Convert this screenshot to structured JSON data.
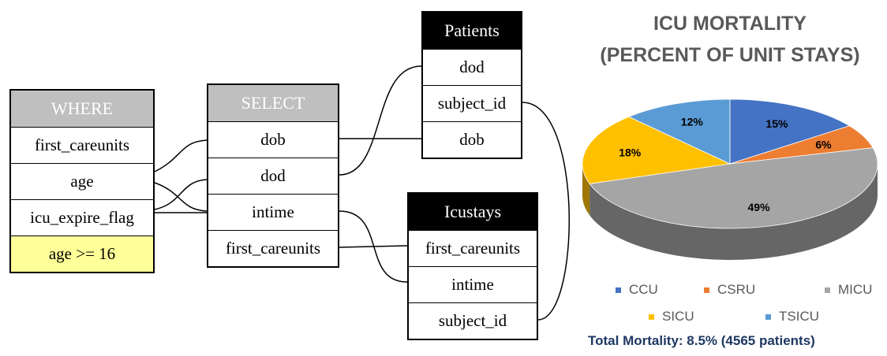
{
  "tables": {
    "where": {
      "header": "WHERE",
      "rows": [
        "first_careunits",
        "age",
        "icu_expire_flag"
      ],
      "condition": "age >= 16"
    },
    "select": {
      "header": "SELECT",
      "rows": [
        "dob",
        "dod",
        "intime",
        "first_careunits"
      ]
    },
    "patients": {
      "header": "Patients",
      "rows": [
        "dod",
        "subject_id",
        "dob"
      ]
    },
    "icustays": {
      "header": "Icustays",
      "rows": [
        "first_careunits",
        "intime",
        "subject_id"
      ]
    }
  },
  "chart_data": {
    "type": "pie",
    "title": "ICU MORTALITY\n(PERCENT OF UNIT STAYS)",
    "title_lines": [
      "ICU MORTALITY",
      "(PERCENT OF UNIT STAYS)"
    ],
    "categories": [
      "CCU",
      "CSRU",
      "MICU",
      "SICU",
      "TSICU"
    ],
    "values": [
      15,
      6,
      49,
      18,
      12
    ],
    "labels": [
      "15%",
      "6%",
      "49%",
      "18%",
      "12%"
    ],
    "colors": [
      "#4472c4",
      "#ed7d31",
      "#a5a5a5",
      "#ffc000",
      "#5b9bd5"
    ],
    "legend_position": "bottom",
    "three_d": true
  },
  "footnote": "Total Mortality: 8.5% (4565 patients)"
}
